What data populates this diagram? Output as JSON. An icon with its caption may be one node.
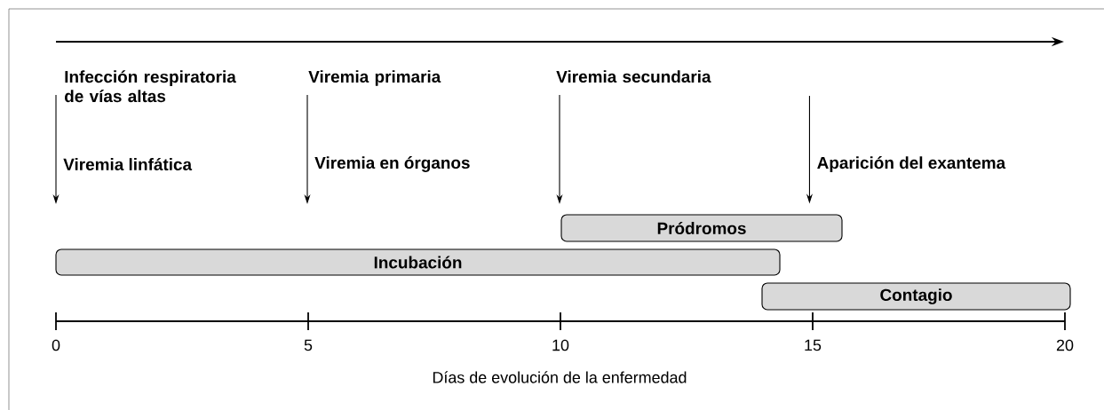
{
  "diagram": {
    "nodes": [
      {
        "text": [
          "Infección respiratoria de vías altas"
        ]
      },
      {
        "text": [
          "Viremia primaria"
        ]
      },
      {
        "text": [
          "Viremia secundaria"
        ]
      },
      {
        "text": [
          "Pródromos"
        ]
      },
      {
        "text": [
          "Incubación"
        ]
      },
      {
        "text": [
          "Contagio"
        ]
      }
    ],
    "edges": [
      {
        "from": 0,
        "to": null,
        "arrow": "to",
        "label": "Viremia linfática"
      },
      {
        "from": 1,
        "to": null,
        "arrow": "to",
        "label": "Viremia en órganos"
      },
      {
        "from": 2,
        "to": null,
        "arrow": "to"
      },
      {
        "from": null,
        "to": 3,
        "arrow": "to",
        "label": "Aparición del exantema"
      }
    ],
    "labels": [
      "0",
      "5",
      "10",
      "15",
      "20",
      "Días de evolución de la enfermedad"
    ]
  }
}
